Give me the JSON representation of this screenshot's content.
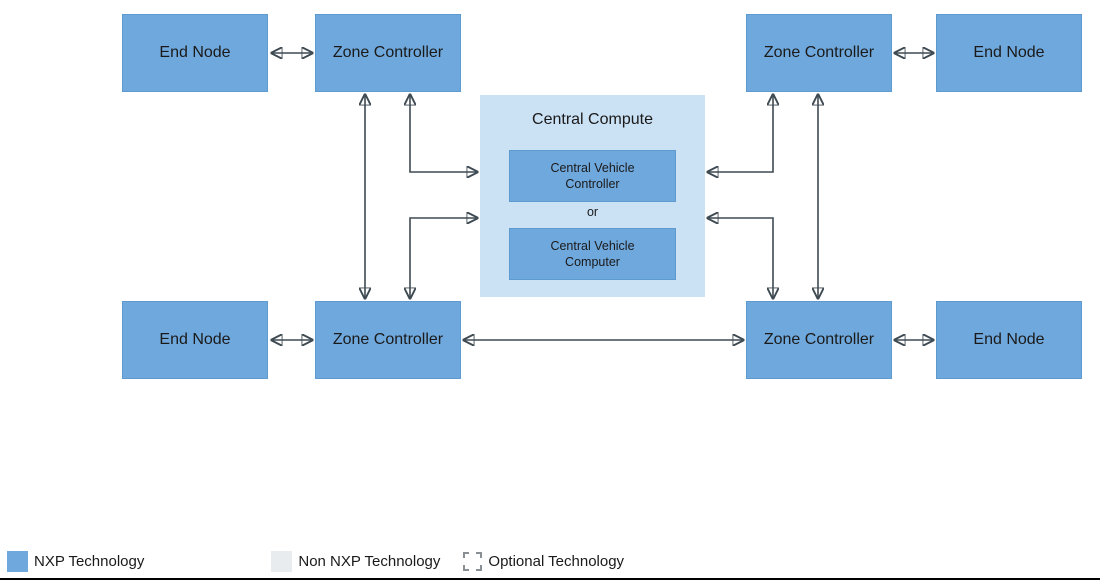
{
  "diagram": {
    "nodes": {
      "top_left_end_node": {
        "label": "End Node"
      },
      "top_left_zone_controller": {
        "label": "Zone Controller"
      },
      "top_right_zone_controller": {
        "label": "Zone Controller"
      },
      "top_right_end_node": {
        "label": "End Node"
      },
      "bottom_left_end_node": {
        "label": "End Node"
      },
      "bottom_left_zone_controller": {
        "label": "Zone Controller"
      },
      "bottom_right_zone_controller": {
        "label": "Zone Controller"
      },
      "bottom_right_end_node": {
        "label": "End Node"
      }
    },
    "central_compute": {
      "title": "Central Compute",
      "option_top": "Central Vehicle Controller",
      "separator": "or",
      "option_bottom": "Central Vehicle Computer"
    }
  },
  "legend": {
    "items": [
      {
        "type": "nxp",
        "label": "NXP Technology"
      },
      {
        "type": "non_nxp",
        "label": "Non NXP Technology"
      },
      {
        "type": "optional",
        "label": "Optional Technology"
      }
    ]
  },
  "colors": {
    "nxp_blue": "#6FA8DC",
    "non_nxp_gray": "#E8ECEE",
    "central_compute_bg": "#CBE1F4",
    "arrow": "#3E4A52",
    "text": "#1A1A1A"
  }
}
